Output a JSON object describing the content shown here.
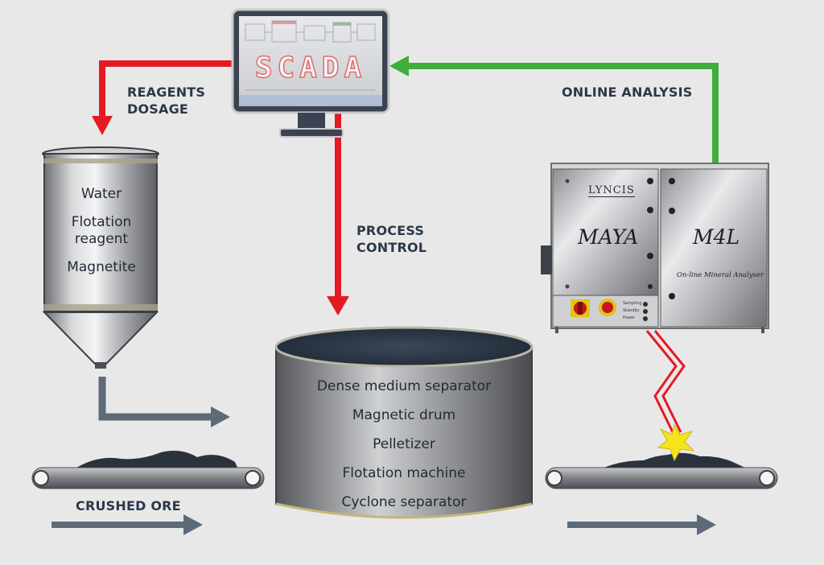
{
  "monitor": {
    "screen_text": "SCADA"
  },
  "labels": {
    "reagents_dosage_line1": "REAGENTS",
    "reagents_dosage_line2": "DOSAGE",
    "online_analysis": "ONLINE ANALYSIS",
    "process_control_line1": "PROCESS",
    "process_control_line2": "CONTROL",
    "crushed_ore": "CRUSHED ORE"
  },
  "hopper": {
    "items": [
      "Water",
      "Flotation",
      "reagent",
      "Magnetite"
    ]
  },
  "processing_tank": {
    "items": [
      "Dense medium separator",
      "Magnetic drum",
      "Pelletizer",
      "Flotation machine",
      "Cyclone separator"
    ]
  },
  "analyzer": {
    "brand": "LYNCIS",
    "left_panel_name": "MAYA",
    "right_panel_name": "M4L",
    "subtitle": "On-line Mineral Analyser",
    "indicators": [
      "Sampling",
      "Standby",
      "Power"
    ]
  },
  "colors": {
    "red_arrow": "#e21b23",
    "green_arrow": "#3fae3a",
    "grey_arrow": "#5d6a78",
    "label_text": "#2a3949"
  }
}
